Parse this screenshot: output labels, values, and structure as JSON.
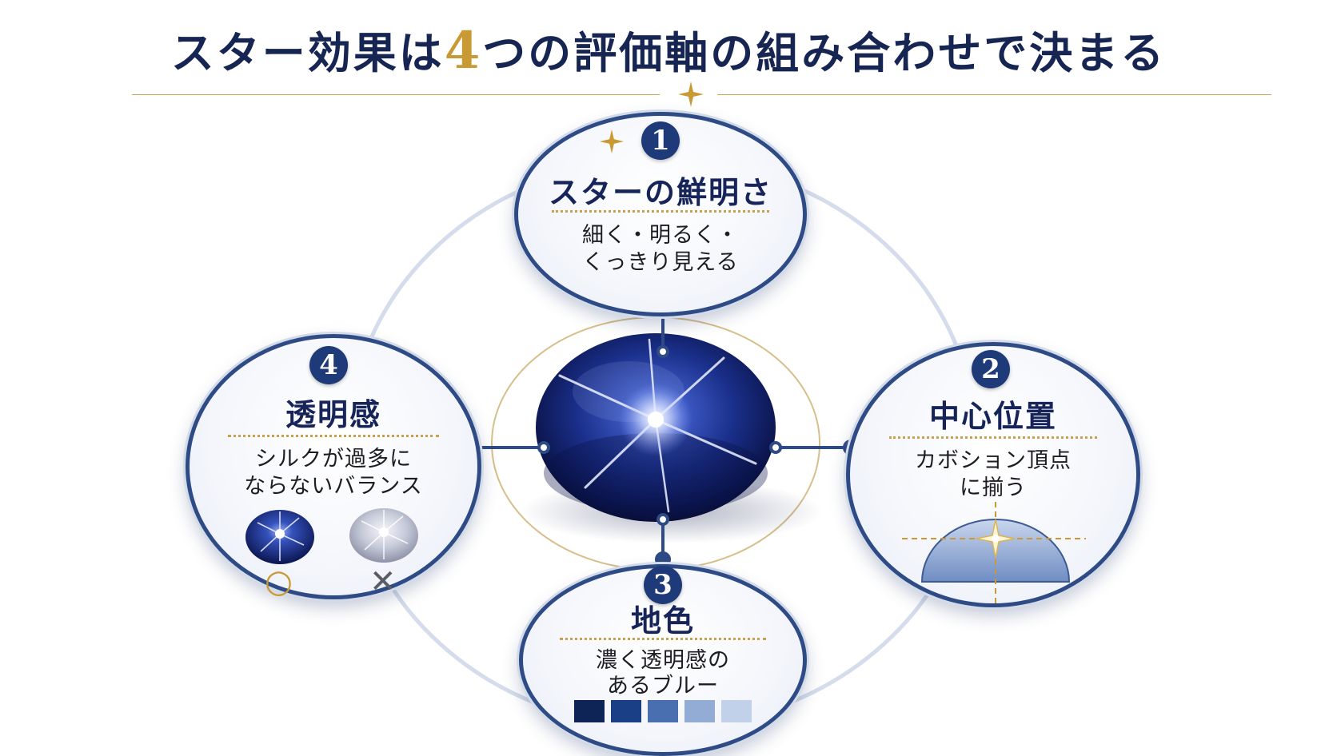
{
  "title": {
    "prefix": "スター効果は",
    "number": "4",
    "suffix": "つの評価軸の組み合わせで決まる"
  },
  "criteria": [
    {
      "number": "1",
      "title": "スターの鮮明さ",
      "desc_line1": "細く・明るく・",
      "desc_line2": "くっきり見える"
    },
    {
      "number": "2",
      "title": "中心位置",
      "desc_line1": "カボション頂点",
      "desc_line2": "に揃う"
    },
    {
      "number": "3",
      "title": "地色",
      "desc_line1": "濃く透明感の",
      "desc_line2": "あるブルー"
    },
    {
      "number": "4",
      "title": "透明感",
      "desc_line1": "シルクが過多に",
      "desc_line2": "ならないバランス"
    }
  ],
  "transparency_examples": {
    "good_mark": "○",
    "bad_mark": "✕"
  },
  "colors": {
    "navy": "#162552",
    "accent_gold": "#c99a33",
    "ring": "#2e4b86",
    "good": "#c99a33",
    "bad": "#5c5c66"
  },
  "blue_swatches": [
    "#0e2456",
    "#1b3f86",
    "#4a6fb0",
    "#93acd6",
    "#c2d1ea"
  ]
}
